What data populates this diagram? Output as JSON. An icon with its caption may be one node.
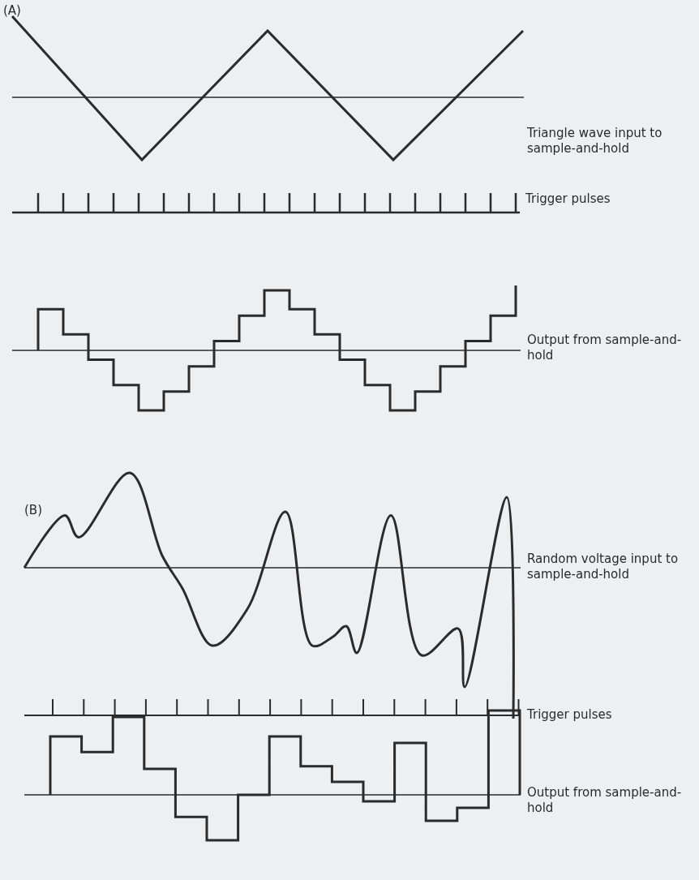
{
  "diagram": {
    "labels": [
      "(A)",
      "Triangle wave input to sample-and-hold",
      "Trigger pulses",
      "Output from sample-and-hold",
      "(B)",
      "Random voltage input to sample-and-hold",
      "Trigger pulses",
      "Output from sample-and-hold"
    ]
  }
}
